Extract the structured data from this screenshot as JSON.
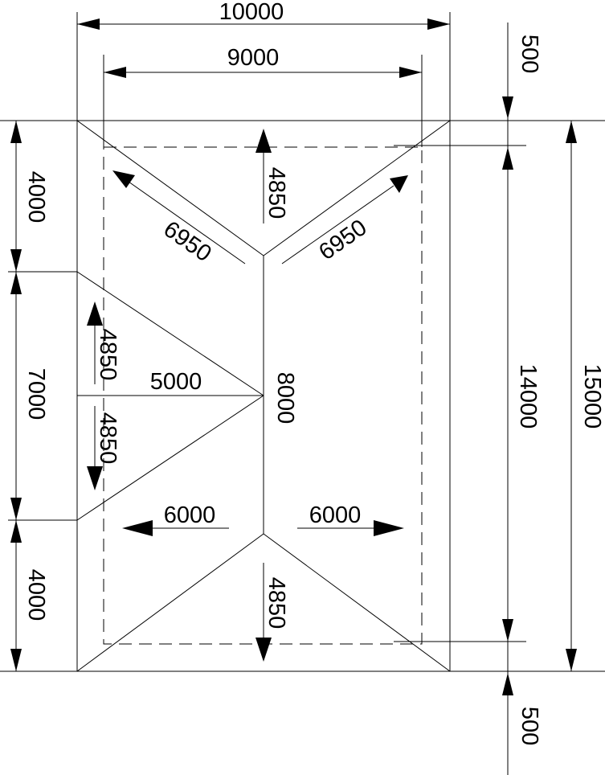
{
  "labels": {
    "width_total": "10000",
    "width_inner": "9000",
    "overhang_top": "500",
    "overhang_bottom": "500",
    "height_inner": "14000",
    "height_total": "15000",
    "left_top": "4000",
    "left_middle": "7000",
    "left_bottom": "4000",
    "ridge_length": "8000",
    "hip_left_top": "6950",
    "hip_right_top": "6950",
    "slope_top": "4850",
    "slope_left_up": "4850",
    "slope_left_down": "4850",
    "slope_bottom": "4850",
    "hip_run_left": "5000",
    "run_left": "6000",
    "run_right": "6000"
  },
  "colors": {
    "line": "#000000",
    "background": "#ffffff"
  }
}
